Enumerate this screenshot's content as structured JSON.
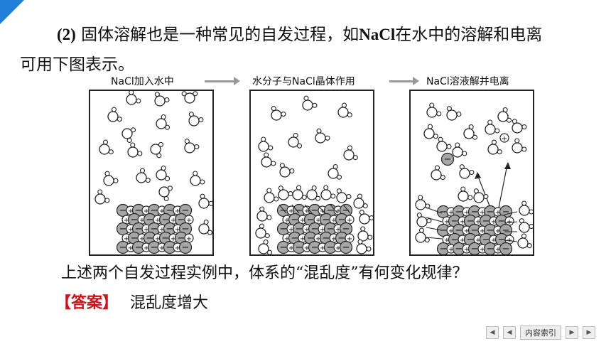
{
  "paragraph": {
    "line1_label": "(2)",
    "line1_a": " 固体溶解也是一种常见的自发过程，如",
    "line1_chem": "NaCl",
    "line1_b": "在水中的溶解和电离",
    "line2": "可用下图表示。"
  },
  "stages": [
    {
      "label": "NaCl加入水中"
    },
    {
      "label": "水分子与NaCl晶体作用"
    },
    {
      "label": "NaCl溶液解并电离"
    }
  ],
  "ion_symbols": {
    "plus": "+",
    "minus": "−"
  },
  "question": "上述两个自发过程实例中，体系的“混乱度”有何变化规律？",
  "answer": {
    "tag": "【答案】",
    "text": "混乱度增大"
  },
  "nav": {
    "first": "◀",
    "prev": "◀",
    "index_label": "内容索引",
    "next": "▶",
    "last": "▶"
  }
}
